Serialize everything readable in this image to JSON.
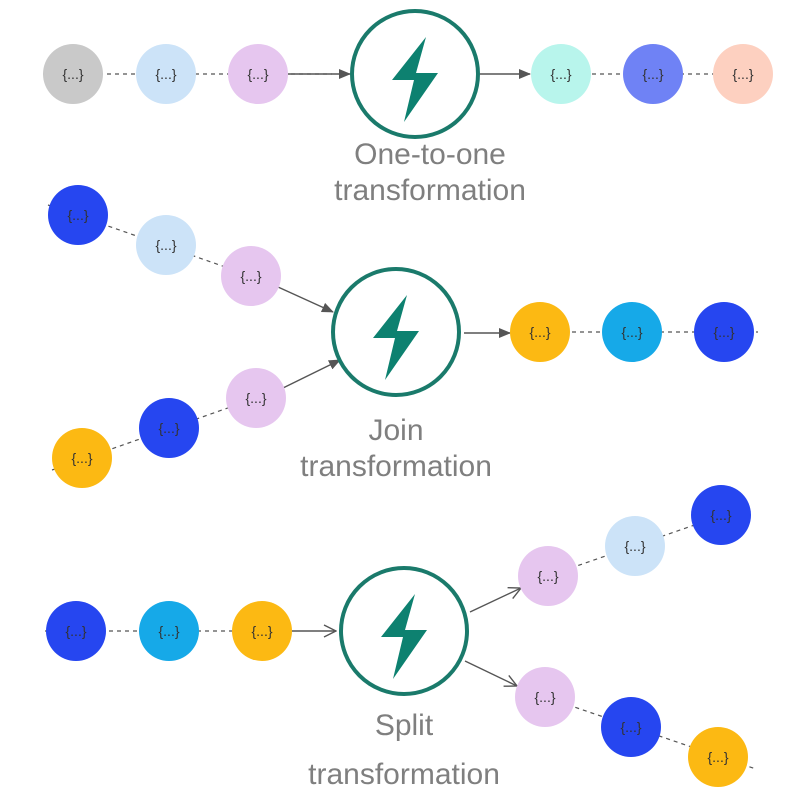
{
  "colors": {
    "gray": "#c9c9c9",
    "light_blue": "#cce3f8",
    "lavender": "#e6c6ef",
    "mint": "#b8f5ec",
    "periwinkle": "#6f82f5",
    "peach": "#fdd0c0",
    "royal_blue": "#2646f0",
    "amber": "#fcb913",
    "cyan": "#16a9e8",
    "function_stroke": "#1a7a6b",
    "function_bolt": "#0d8170",
    "edge": "#555555"
  },
  "node_label": "{...}",
  "function_icon": "lightning-bolt-icon",
  "panels": {
    "one_to_one": {
      "caption_line1": "One-to-one",
      "caption_line2": "transformation"
    },
    "join": {
      "caption_line1": "Join",
      "caption_line2": "transformation"
    },
    "split": {
      "caption_line1": "Split",
      "caption_line2": "transformation"
    }
  }
}
